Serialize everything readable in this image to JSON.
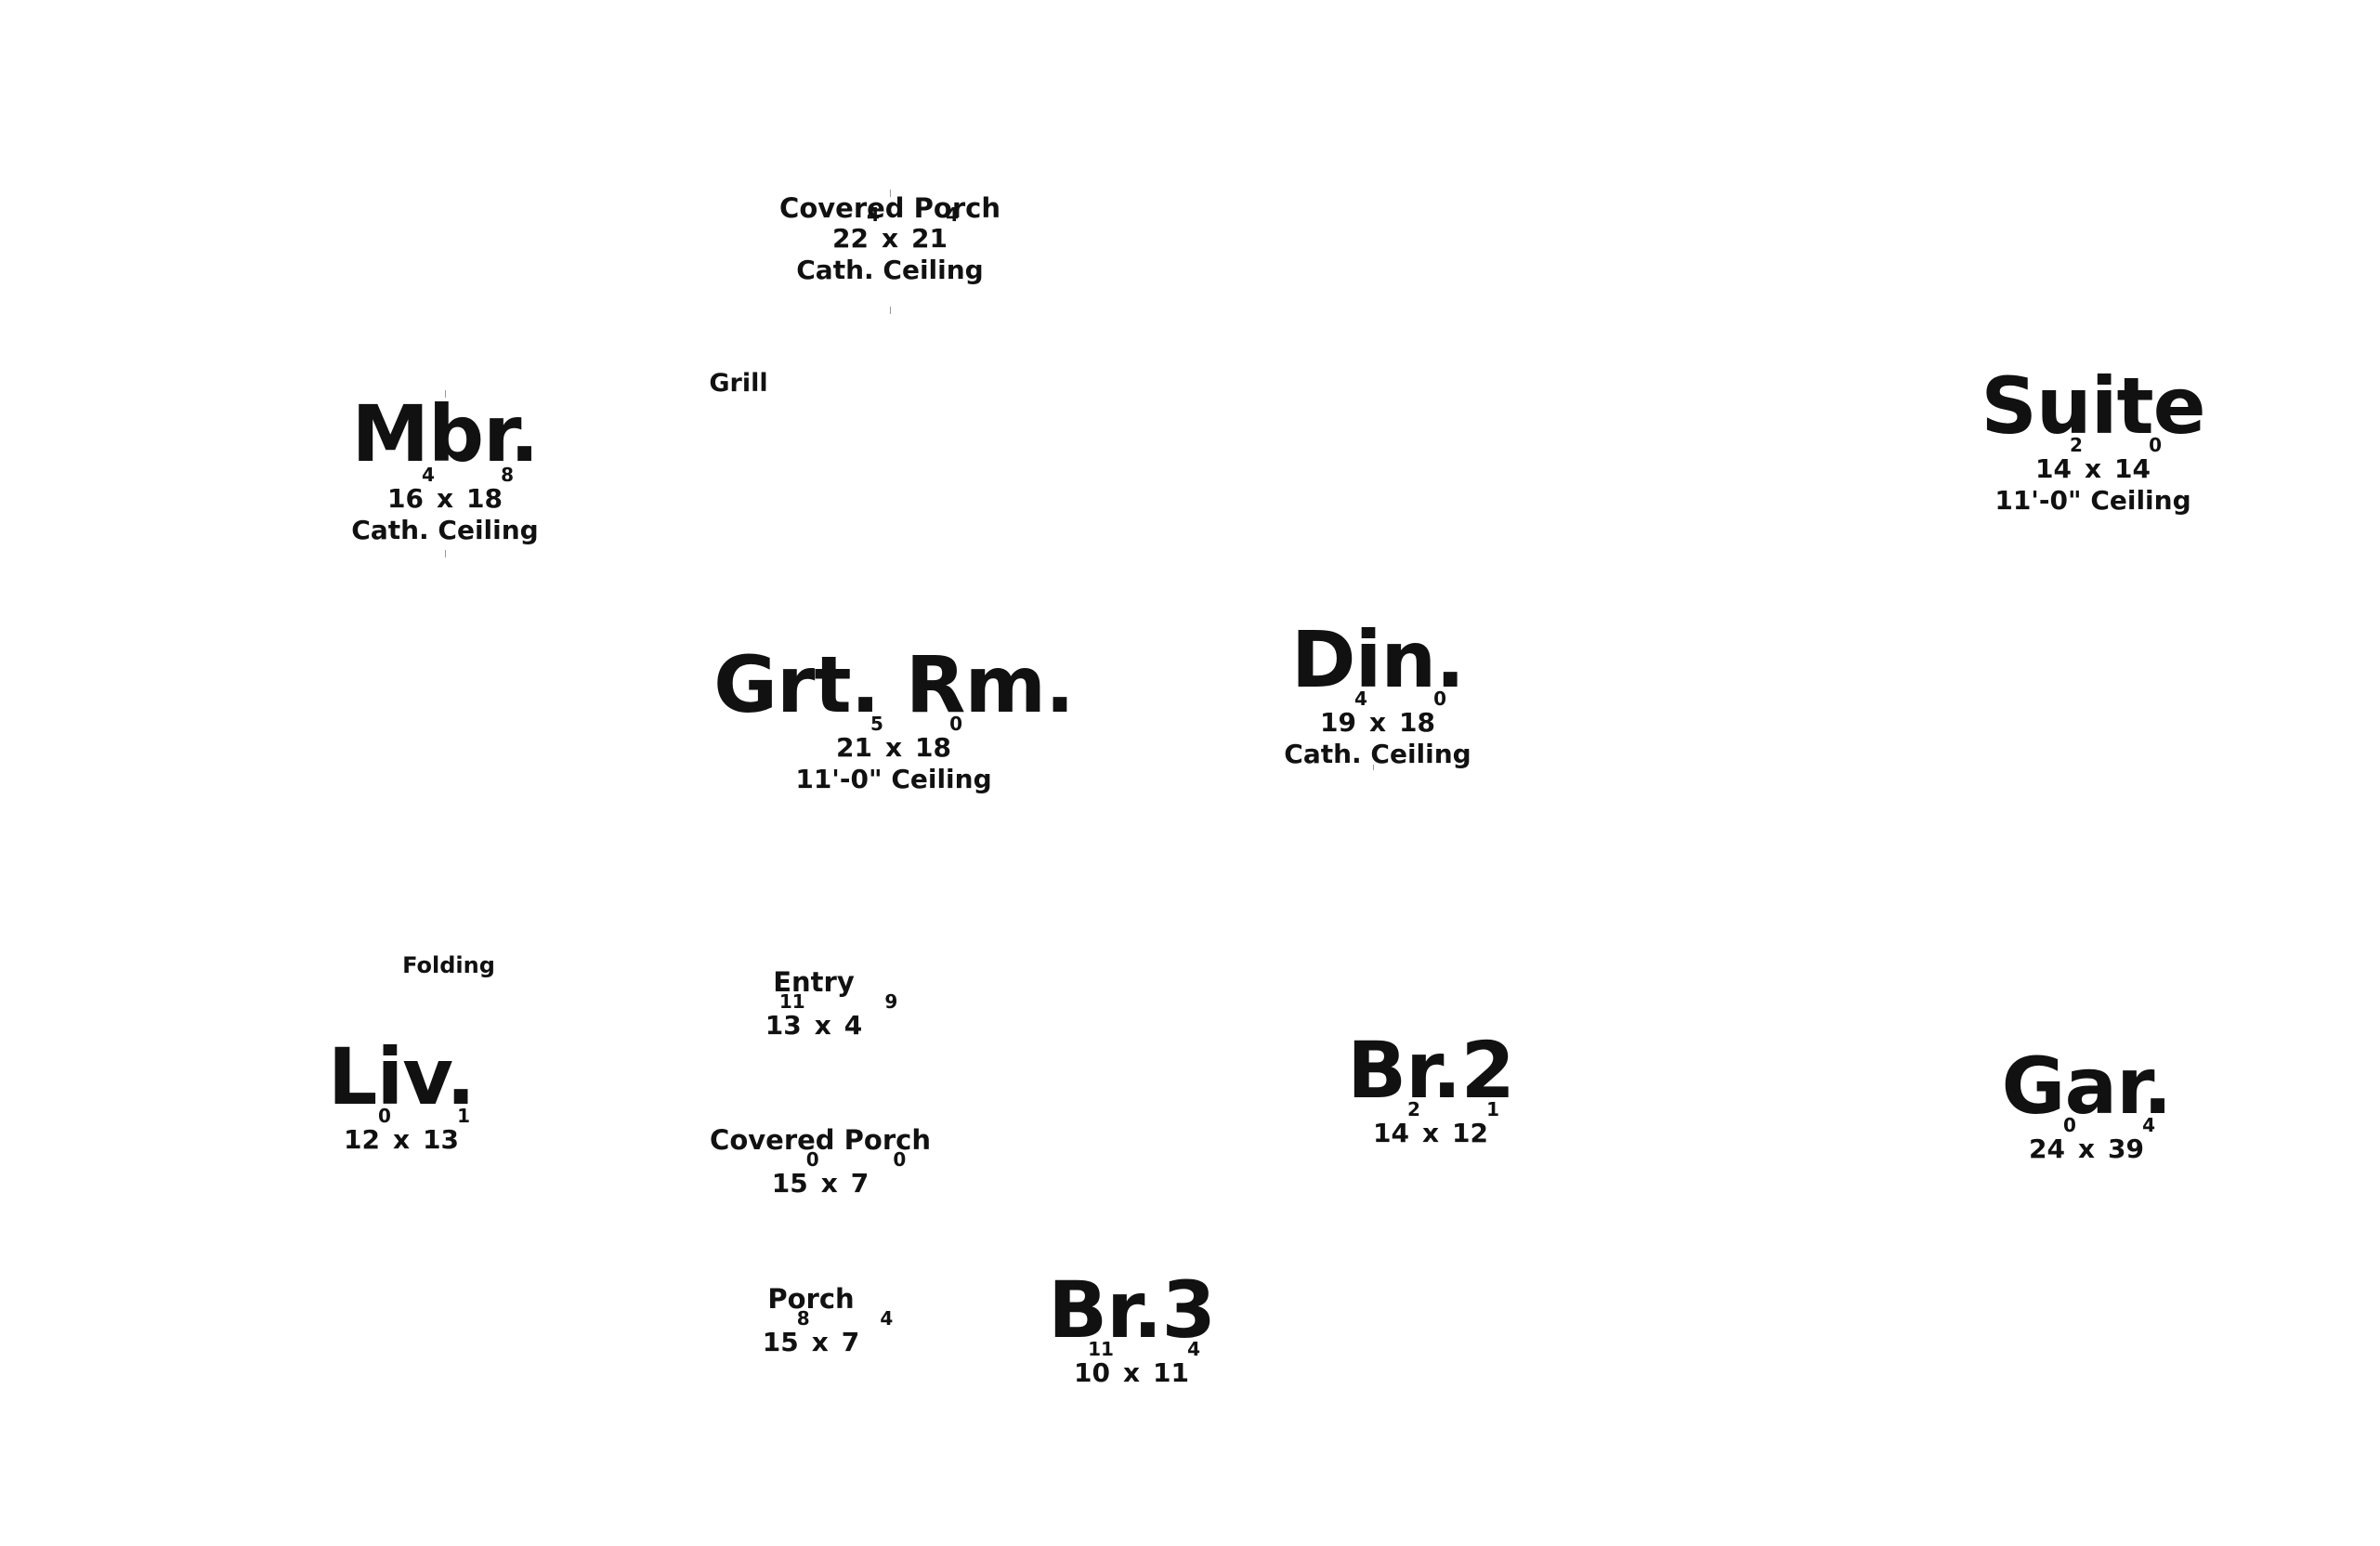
{
  "rooms": {
    "covered_porch_top": {
      "name": "Covered Porch",
      "w": "22",
      "w_in": "4",
      "h": "21",
      "h_in": "4",
      "ceiling": "Cath. Ceiling"
    },
    "mbr": {
      "name": "Mbr.",
      "w": "16",
      "w_in": "4",
      "h": "18",
      "h_in": "8",
      "ceiling": "Cath. Ceiling"
    },
    "suite": {
      "name": "Suite",
      "w": "14",
      "w_in": "2",
      "h": "14",
      "h_in": "0",
      "ceiling": "11'-0\" Ceiling"
    },
    "grt_rm": {
      "name": "Grt. Rm.",
      "w": "21",
      "w_in": "5",
      "h": "18",
      "h_in": "0",
      "ceiling": "11'-0\" Ceiling"
    },
    "din": {
      "name": "Din.",
      "w": "19",
      "w_in": "4",
      "h": "18",
      "h_in": "0",
      "ceiling": "Cath. Ceiling"
    },
    "entry": {
      "name": "Entry",
      "w": "13",
      "w_in": "11",
      "h": "4",
      "h_in": "9"
    },
    "liv": {
      "name": "Liv.",
      "w": "12",
      "w_in": "0",
      "h": "13",
      "h_in": "1"
    },
    "covered_porch_bottom": {
      "name": "Covered Porch",
      "w": "15",
      "w_in": "0",
      "h": "7",
      "h_in": "0"
    },
    "br2": {
      "name": "Br.2",
      "w": "14",
      "w_in": "2",
      "h": "12",
      "h_in": "1"
    },
    "gar": {
      "name": "Gar.",
      "w": "24",
      "w_in": "0",
      "h": "39",
      "h_in": "4"
    },
    "porch": {
      "name": "Porch",
      "w": "15",
      "w_in": "8",
      "h": "7",
      "h_in": "4"
    },
    "br3": {
      "name": "Br.3",
      "w": "10",
      "w_in": "11",
      "h": "11",
      "h_in": "4"
    }
  },
  "labels": {
    "grill": "Grill",
    "folding": "Folding",
    "dim_separator": "x"
  }
}
